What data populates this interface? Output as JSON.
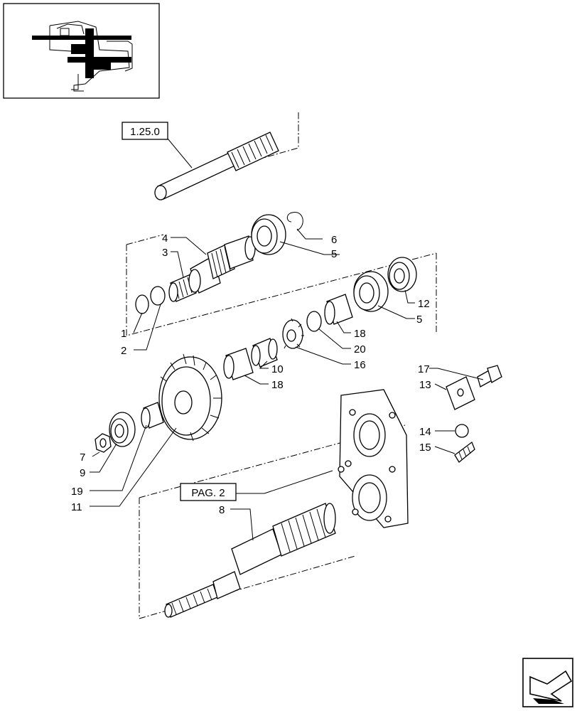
{
  "ref_boxes": {
    "group_ref": "1.25.0",
    "page_ref": "PAG. 2"
  },
  "callouts": {
    "c1": "1",
    "c2": "2",
    "c3": "3",
    "c4": "4",
    "c5a": "5",
    "c5b": "5",
    "c6": "6",
    "c7": "7",
    "c8": "8",
    "c9": "9",
    "c10": "10",
    "c11": "11",
    "c12": "12",
    "c13": "13",
    "c14": "14",
    "c15": "15",
    "c16": "16",
    "c17": "17",
    "c18a": "18",
    "c18b": "18",
    "c19": "19",
    "c20": "20"
  },
  "icons": {
    "thumbnail": "transmission-location-thumbnail",
    "nav": "next-page-arrow-icon"
  }
}
